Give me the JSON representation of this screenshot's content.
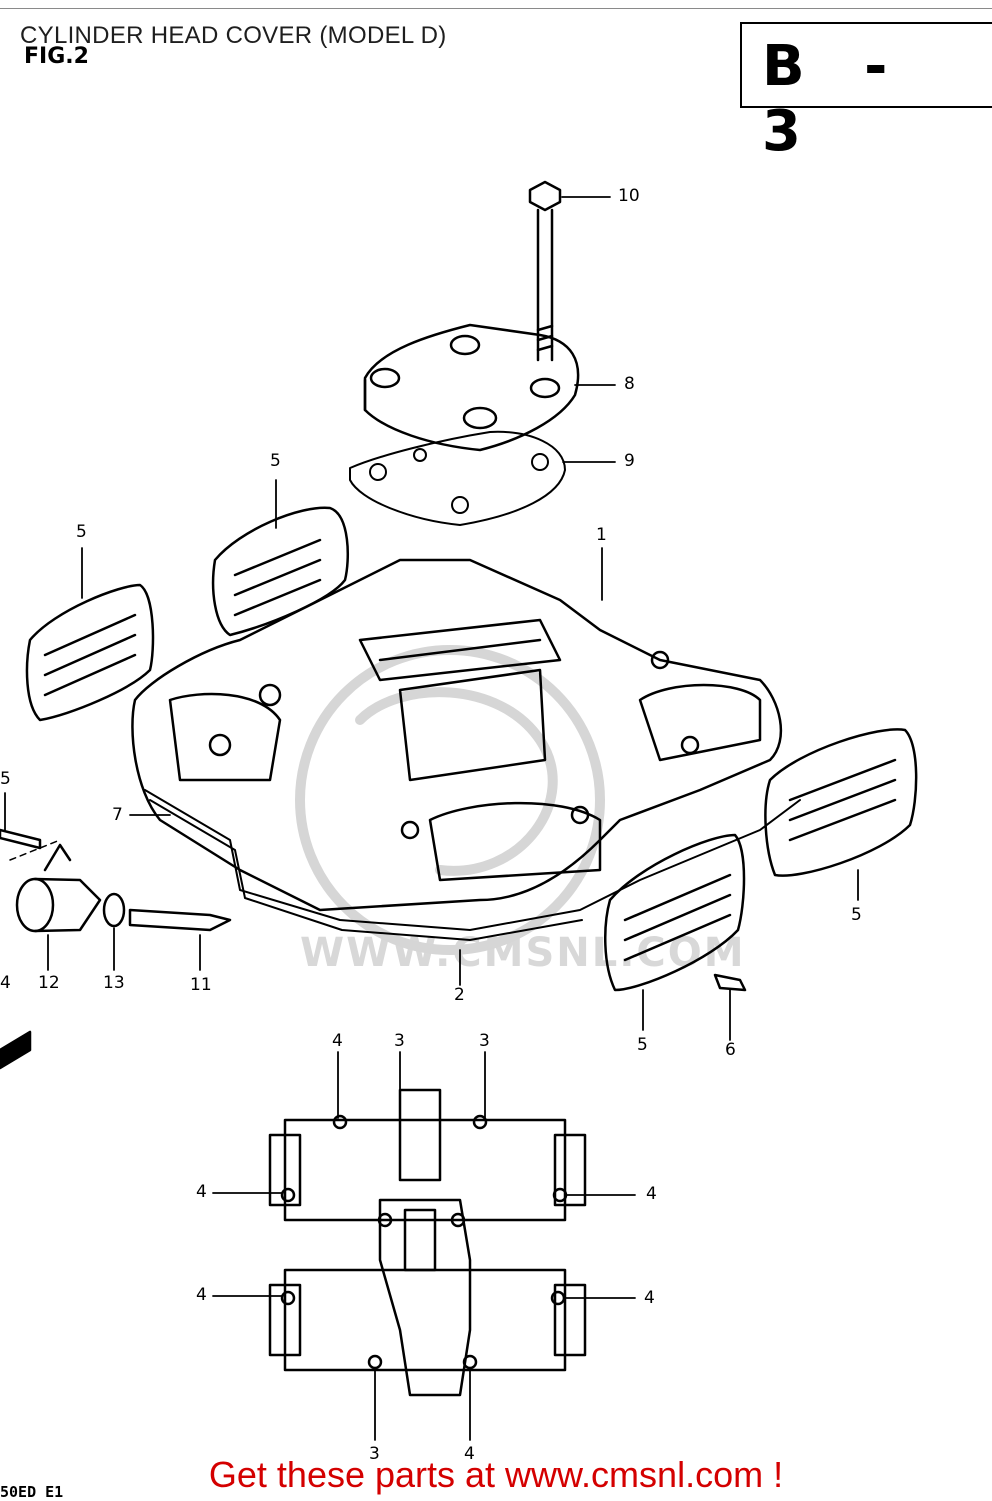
{
  "header": {
    "title": "CYLINDER HEAD COVER (MODEL D)",
    "figure_label": "FIG.2",
    "reference_code": "B - 3"
  },
  "watermark": "WWW.CMSNL.COM",
  "callouts": [
    "10",
    "8",
    "9",
    "5",
    "5",
    "1",
    "5",
    "7",
    "4",
    "12",
    "13",
    "11",
    "2",
    "5",
    "5",
    "6",
    "4",
    "3",
    "3",
    "4",
    "4",
    "4",
    "4",
    "3",
    "4"
  ],
  "footer": {
    "model_code": "50ED E1",
    "link_text": "Get these parts at www.cmsnl.com !"
  }
}
